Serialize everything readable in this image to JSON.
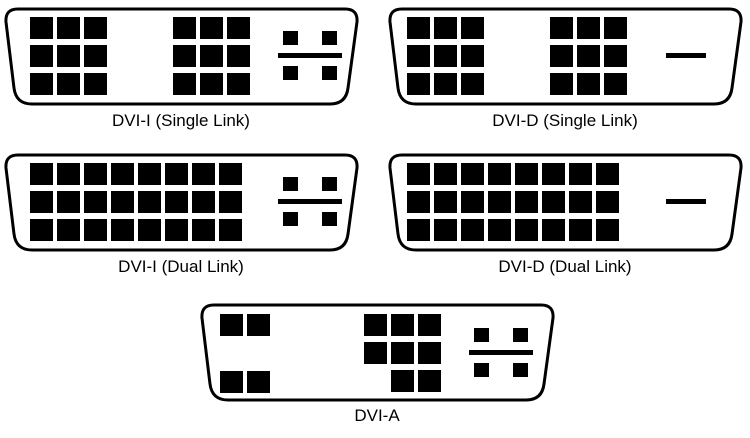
{
  "diagram": {
    "colors": {
      "background": "#ffffff",
      "stroke": "#000000",
      "pin_fill": "#000000"
    },
    "connectors": [
      {
        "id": "dvi-i-single",
        "label": "DVI-I (Single Link)",
        "left_block": "3x3",
        "right_block": "3x3",
        "ground_blade": "cross-with-four-analog-pins"
      },
      {
        "id": "dvi-d-single",
        "label": "DVI-D (Single Link)",
        "left_block": "3x3",
        "right_block": "3x3",
        "ground_blade": "flat-blade"
      },
      {
        "id": "dvi-i-dual",
        "label": "DVI-I (Dual Link)",
        "left_block": "8x3",
        "ground_blade": "cross-with-four-analog-pins"
      },
      {
        "id": "dvi-d-dual",
        "label": "DVI-D (Dual Link)",
        "left_block": "8x3",
        "ground_blade": "flat-blade"
      },
      {
        "id": "dvi-a",
        "label": "DVI-A",
        "left_block": "2 pins top + 2 pins bottom",
        "right_block": "partial 3x3",
        "ground_blade": "cross-with-four-analog-pins"
      }
    ]
  }
}
